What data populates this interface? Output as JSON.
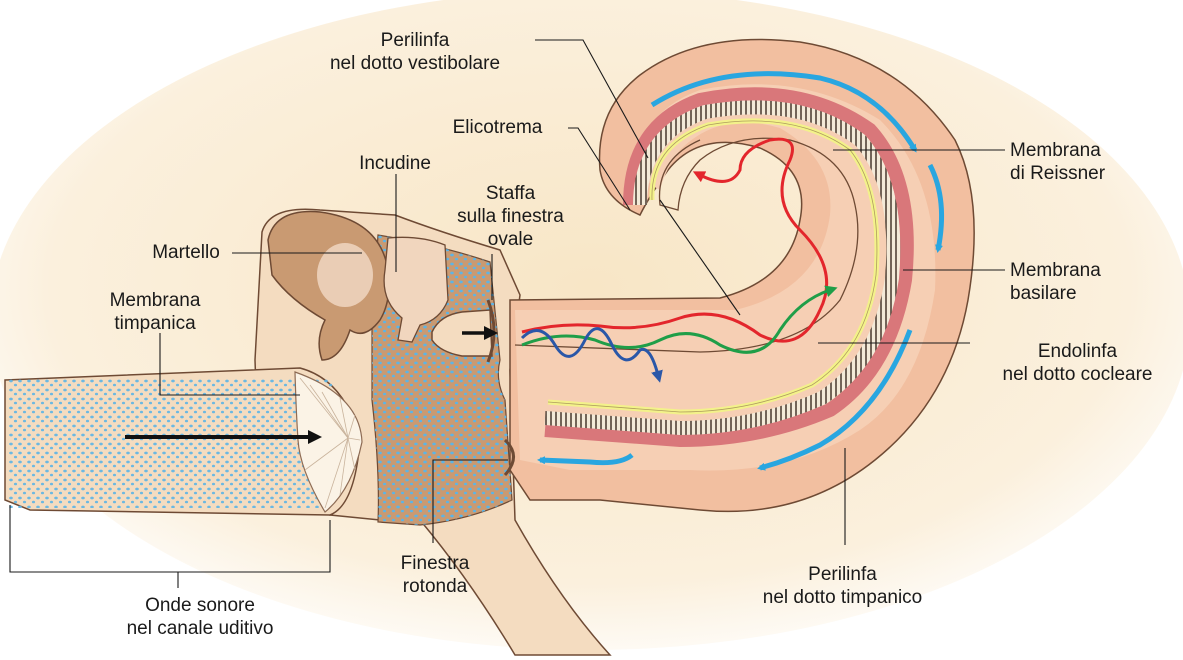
{
  "labels": {
    "perilinfa_vestibolare": "Perilinfa\nnel dotto vestibolare",
    "elicotrema": "Elicotrema",
    "incudine": "Incudine",
    "staffa": "Staffa\nsulla finestra\novale",
    "martello": "Martello",
    "membrana_timpanica": "Membrana\ntimpanica",
    "membrana_reissner": "Membrana\ndi Reissner",
    "membrana_basilare": "Membrana\nbasilare",
    "endolinfa": "Endolinfa\nnel dotto cocleare",
    "finestra_rotonda": "Finestra\nrotonda",
    "perilinfa_timpanico": "Perilinfa\nnel dotto timpanico",
    "onde_sonore": "Onde sonore\nnel canale uditivo"
  },
  "colors": {
    "background_glow": "#f8ead0",
    "tissue": "#f4dcc0",
    "bone": "#c99a72",
    "cochlea_outer": "#f2bfa0",
    "cochlea_inner": "#f6cfb4",
    "membrane_red": "#d9777a",
    "membrane_yellow": "#f3f28a",
    "fluid_arrow": "#29a6e0",
    "wave_red": "#e3262c",
    "wave_green": "#1f9e48",
    "wave_blue": "#2a57a8",
    "dots": "#5cb4e6"
  }
}
